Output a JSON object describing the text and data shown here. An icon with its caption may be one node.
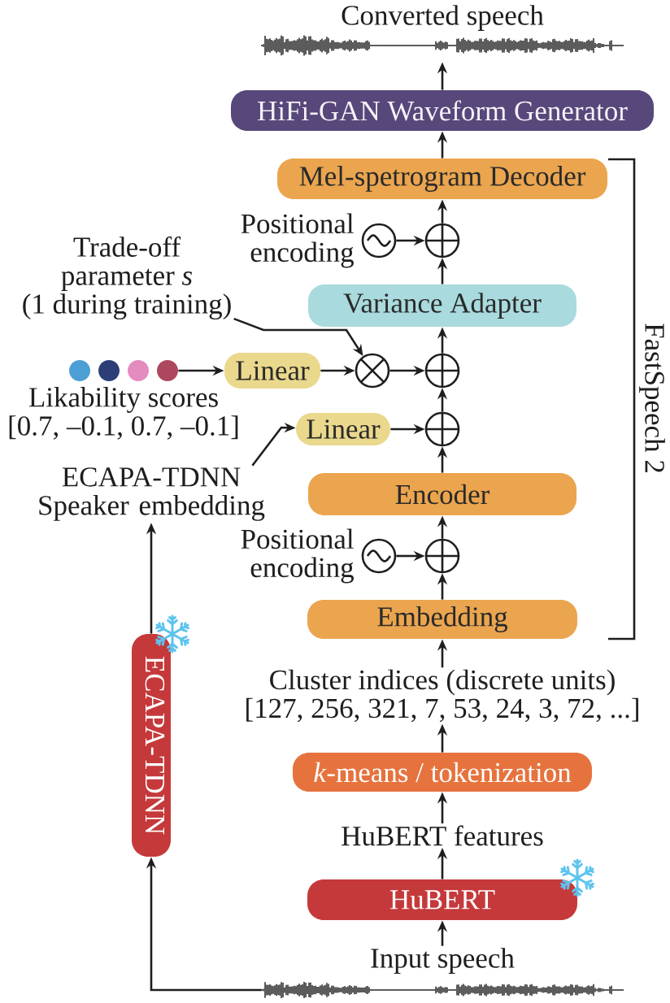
{
  "diagram": {
    "nodes": [
      {
        "text": [],
        "shape": "picture",
        "beside": [
          "Converted speech"
        ]
      },
      {
        "text": [
          "HiFi-GAN Waveform Generator"
        ]
      },
      {
        "text": [
          "Mel-spetrogram Decoder"
        ]
      },
      {
        "text": [],
        "shape": "circle",
        "beside": [
          "Positional encoding"
        ]
      },
      {
        "text": [],
        "shape": "circle"
      },
      {
        "text": [
          "Trade-off parameter *s*",
          "(1 during training)"
        ]
      },
      {
        "text": [
          "Variance Adapter"
        ]
      },
      {
        "text": [],
        "shape": "dots",
        "beside": [
          "Likability scores",
          "[0.7, –0.1, 0.7, –0.1]"
        ]
      },
      {
        "text": [
          "Linear"
        ]
      },
      {
        "text": [],
        "shape": "circle"
      },
      {
        "text": [],
        "shape": "circle"
      },
      {
        "text": [
          "Linear"
        ]
      },
      {
        "text": [],
        "shape": "circle"
      },
      {
        "text": [
          "ECAPA-TDNN Speaker embedding"
        ]
      },
      {
        "text": [
          "Encoder"
        ]
      },
      {
        "text": [],
        "shape": "circle",
        "beside": [
          "Positional encoding"
        ]
      },
      {
        "text": [],
        "shape": "circle"
      },
      {
        "text": [
          "Embedding"
        ]
      },
      {
        "text": [
          "Cluster indices (discrete units)",
          "[127, 256, 321, 7, 53, 24, 3, 72, ...]"
        ]
      },
      {
        "text": [
          "ECAPA-TDNN"
        ]
      },
      {
        "text": [
          "*k*-means / tokenization"
        ]
      },
      {
        "text": [
          "HuBERT features"
        ]
      },
      {
        "text": [
          "HuBERT"
        ]
      },
      {
        "text": [
          "Input speech"
        ]
      },
      {
        "text": [],
        "shape": "picture"
      }
    ],
    "edges": [
      {
        "from": 1,
        "to": 0,
        "arrow": "to"
      },
      {
        "from": 2,
        "to": 1,
        "arrow": "to"
      },
      {
        "from": 4,
        "to": 2,
        "arrow": "to"
      },
      {
        "from": 3,
        "to": 4,
        "arrow": "to"
      },
      {
        "from": 6,
        "to": 4,
        "arrow": "to"
      },
      {
        "from": 5,
        "to": 9,
        "arrow": "to"
      },
      {
        "from": 7,
        "to": 8,
        "arrow": "to"
      },
      {
        "from": 8,
        "to": 9,
        "arrow": "to"
      },
      {
        "from": 9,
        "to": 10,
        "arrow": "to"
      },
      {
        "from": 10,
        "to": 6,
        "arrow": "to"
      },
      {
        "from": 11,
        "to": 12,
        "arrow": "to"
      },
      {
        "from": 12,
        "to": 10,
        "arrow": "to"
      },
      {
        "from": 13,
        "to": 11,
        "arrow": "to"
      },
      {
        "from": 14,
        "to": 12,
        "arrow": "to"
      },
      {
        "from": 16,
        "to": 14,
        "arrow": "to"
      },
      {
        "from": 15,
        "to": 16,
        "arrow": "to"
      },
      {
        "from": 17,
        "to": 16,
        "arrow": "to"
      },
      {
        "from": 18,
        "to": 17,
        "arrow": "to"
      },
      {
        "from": 20,
        "to": 18,
        "arrow": "to"
      },
      {
        "from": 19,
        "to": 13,
        "arrow": "to"
      },
      {
        "from": 21,
        "to": 20,
        "arrow": "to"
      },
      {
        "from": 22,
        "to": 21,
        "arrow": "to"
      },
      {
        "from": 23,
        "to": 22,
        "arrow": "to"
      },
      {
        "from": 24,
        "to": 19,
        "arrow": "to"
      }
    ],
    "labels": [
      "FastSpeech 2"
    ]
  }
}
